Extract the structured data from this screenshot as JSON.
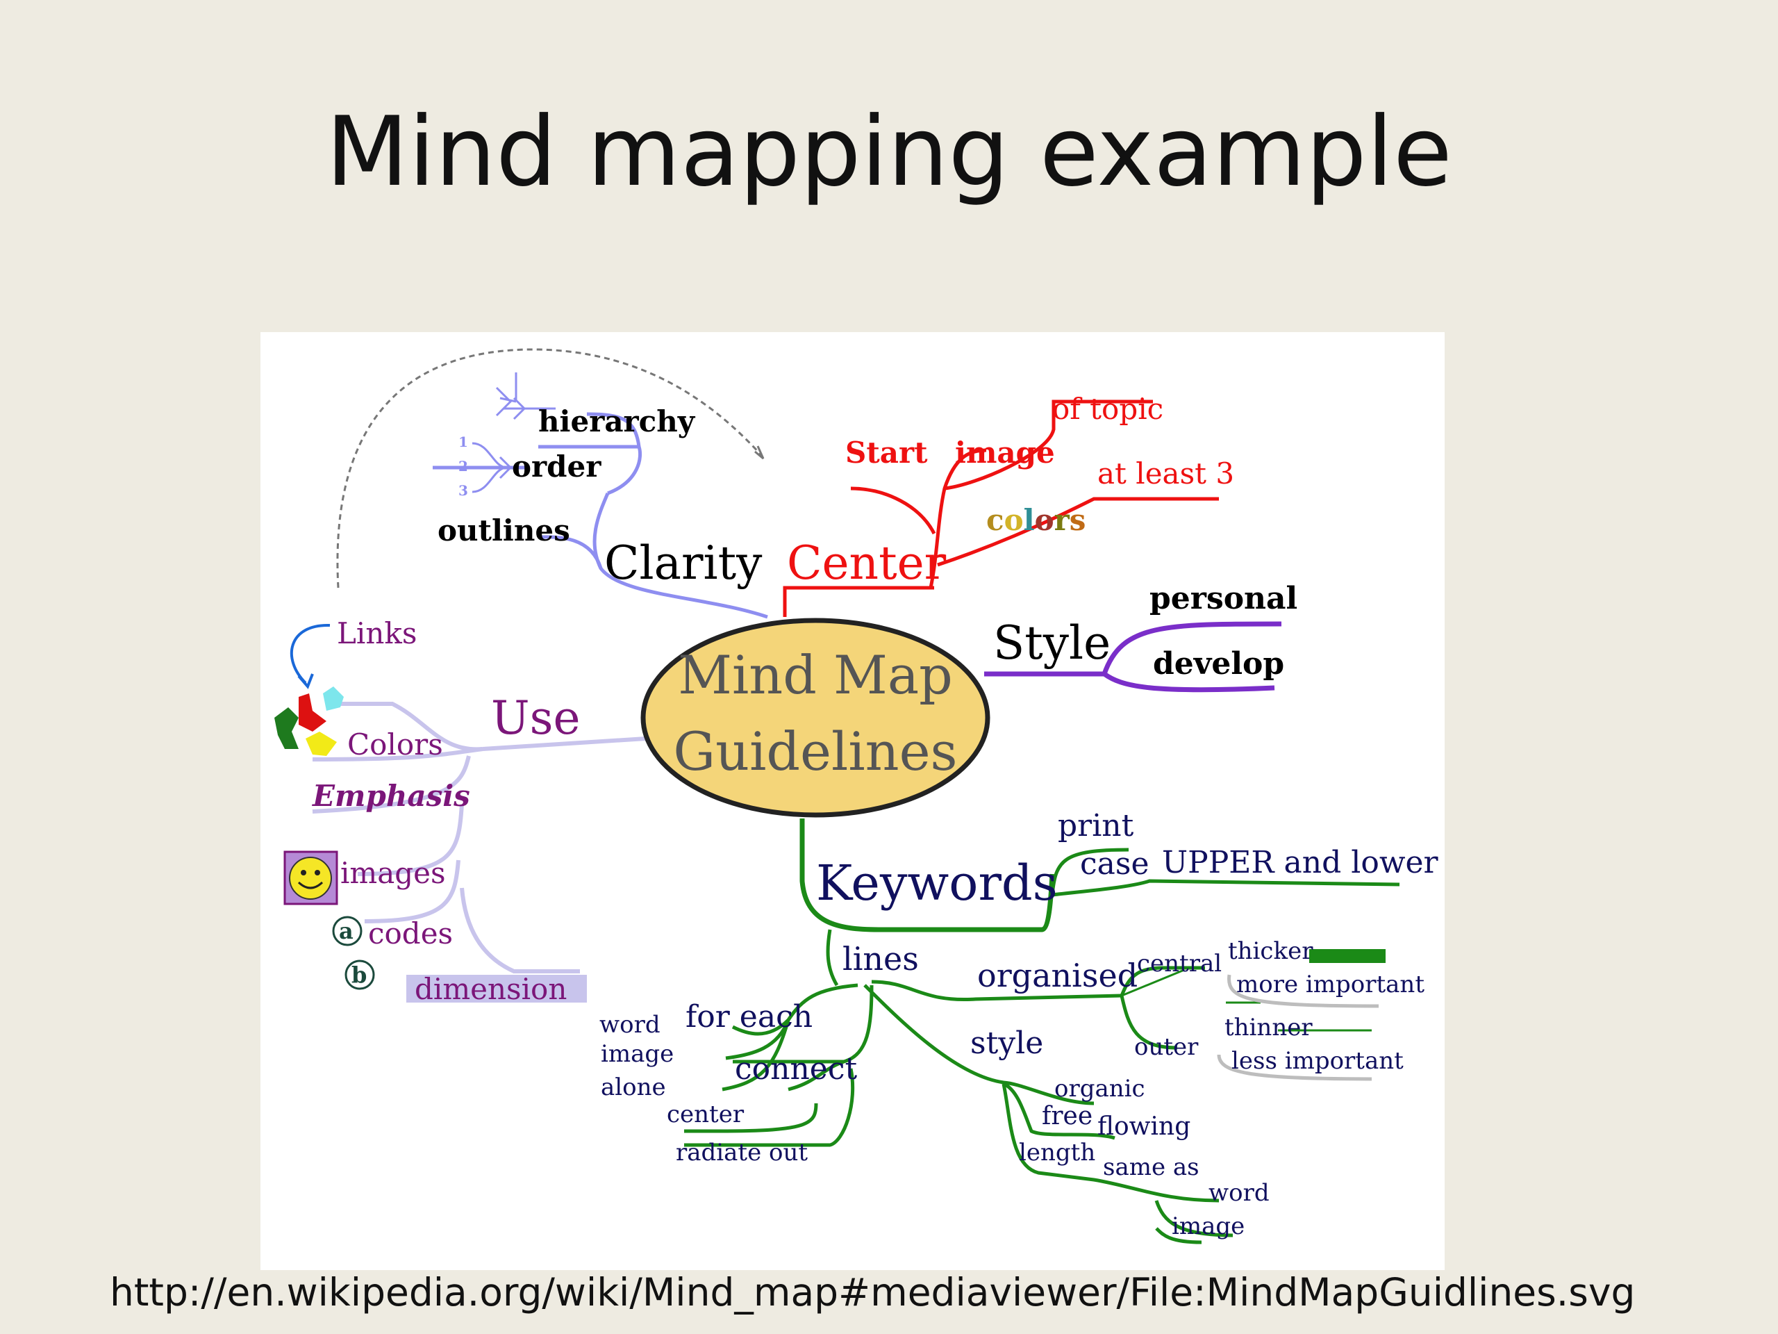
{
  "slide": {
    "title": "Mind mapping example",
    "source_url": "http://en.wikipedia.org/wiki/Mind_map#mediaviewer/File:MindMapGuidlines.svg"
  },
  "mindmap": {
    "center": {
      "line1": "Mind Map",
      "line2": "Guidelines"
    },
    "clarity": {
      "label": "Clarity",
      "hierarchy": "hierarchy",
      "order": "order",
      "outlines": "outlines",
      "order_nums": [
        "1",
        "2",
        "3"
      ]
    },
    "center_branch": {
      "label": "Center",
      "start": "Start",
      "image": "image",
      "of_topic": "of topic",
      "at_least_3": "at least 3",
      "colors": "colors"
    },
    "style_branch": {
      "label": "Style",
      "personal": "personal",
      "develop": "develop"
    },
    "use": {
      "label": "Use",
      "links": "Links",
      "colors": "Colors",
      "emphasis": "Emphasis",
      "images": "images",
      "codes": "codes",
      "code_a": "a",
      "code_b": "b",
      "dimension": "dimension"
    },
    "keywords": {
      "label": "Keywords",
      "print": "print",
      "case": "case",
      "upper_lower": "UPPER and lower"
    },
    "lines": {
      "label": "lines",
      "organised": "organised",
      "central": "central",
      "thicker": "thicker",
      "more_important": "more important",
      "outer": "outer",
      "thinner": "thinner",
      "less_important": "less important",
      "style": "style",
      "organic": "organic",
      "free": "free",
      "flowing": "flowing",
      "length": "length",
      "same_as": "same as",
      "word2": "word",
      "image2": "image",
      "for_each": "for each",
      "word": "word",
      "image": "image",
      "alone": "alone",
      "connect": "connect",
      "center": "center",
      "radiate_out": "radiate out"
    },
    "colors": {
      "clarity": "#8e8ef0",
      "center": "#ee1111",
      "style": "#7a2ec9",
      "use": "#c8c4ec",
      "use_text": "#7b1679",
      "keywords": "#1b8a17",
      "keywords_text": "#10105e",
      "ellipse_fill": "#f4d579"
    }
  }
}
